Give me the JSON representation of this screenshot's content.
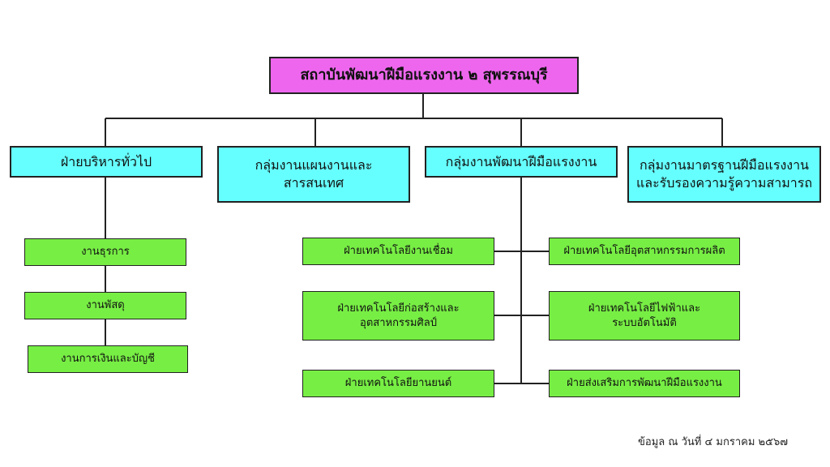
{
  "root": {
    "label": "สถาบันพัฒนาฝีมือแรงงาน ๒ สุพรรณบุรี"
  },
  "divisions": [
    {
      "lines": [
        "ฝ่ายบริหารทั่วไป"
      ]
    },
    {
      "lines": [
        "กลุ่มงานแผนงานและ",
        "สารสนเทศ"
      ]
    },
    {
      "lines": [
        "กลุ่มงานพัฒนาฝีมือแรงงาน"
      ]
    },
    {
      "lines": [
        "กลุ่มงานมาตรฐานฝีมือแรงงาน",
        "และรับรองความรู้ความสามารถ"
      ]
    }
  ],
  "admin_units": [
    {
      "label": "งานธุรการ"
    },
    {
      "label": "งานพัสดุ"
    },
    {
      "label": "งานการเงินและบัญชี"
    }
  ],
  "dev_units_left": [
    {
      "lines": [
        "ฝ่ายเทคโนโลยีงานเชื่อม"
      ]
    },
    {
      "lines": [
        "ฝ่ายเทคโนโลยีก่อสร้างและ",
        "อุตสาหกรรมศิลป์"
      ]
    },
    {
      "lines": [
        "ฝ่ายเทคโนโลยียานยนต์"
      ]
    }
  ],
  "dev_units_right": [
    {
      "lines": [
        "ฝ่ายเทคโนโลยีอุตสาหกรรมการผลิต"
      ]
    },
    {
      "lines": [
        "ฝ่ายเทคโนโลยีไฟฟ้าและ",
        "ระบบอัตโนมัติ"
      ]
    },
    {
      "lines": [
        "ฝ่ายส่งเสริมการพัฒนาฝีมือแรงงาน"
      ]
    }
  ],
  "footnote": "ข้อมูล ณ วันที่ ๔ มกราคม ๒๕๖๗",
  "colors": {
    "root": "#ee66ee",
    "division": "#66ffff",
    "unit": "#77ee44",
    "line": "#222222"
  }
}
